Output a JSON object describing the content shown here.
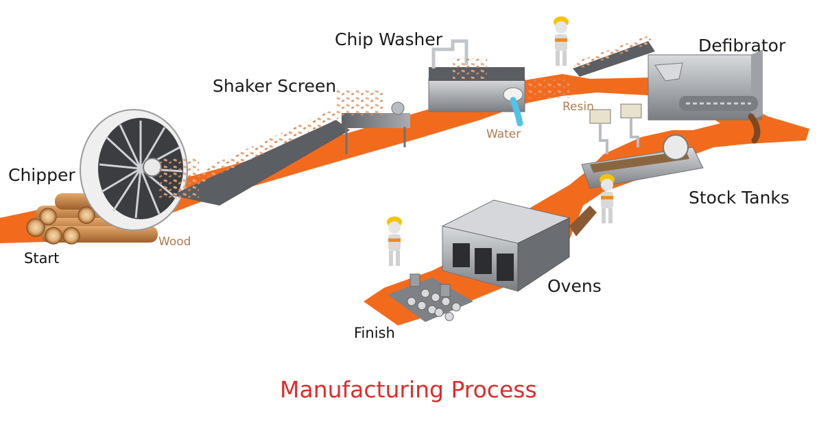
{
  "title": "Manufacturing Process",
  "stages": {
    "chipper": "Chipper",
    "shaker_screen": "Shaker Screen",
    "chip_washer": "Chip Washer",
    "defibrator": "Defibrator",
    "stock_tanks": "Stock Tanks",
    "ovens": "Ovens"
  },
  "materials": {
    "wood": "Wood",
    "water": "Water",
    "resin": "Resin"
  },
  "endpoints": {
    "start": "Start",
    "finish": "Finish"
  },
  "colors": {
    "conveyor": "#f26b1d",
    "title": "#e12a2a",
    "material_label": "#b07a4e",
    "machine_metal": "#8c8f93",
    "wood": "#c9894d",
    "water": "#4fc3e8",
    "helmet": "#f5c400"
  },
  "icons": [
    "logs-icon",
    "chipper-drum-icon",
    "conveyor-icon",
    "washer-icon",
    "defibrator-icon",
    "stock-tank-icon",
    "oven-icon",
    "worker-icon",
    "finished-board-icon"
  ]
}
